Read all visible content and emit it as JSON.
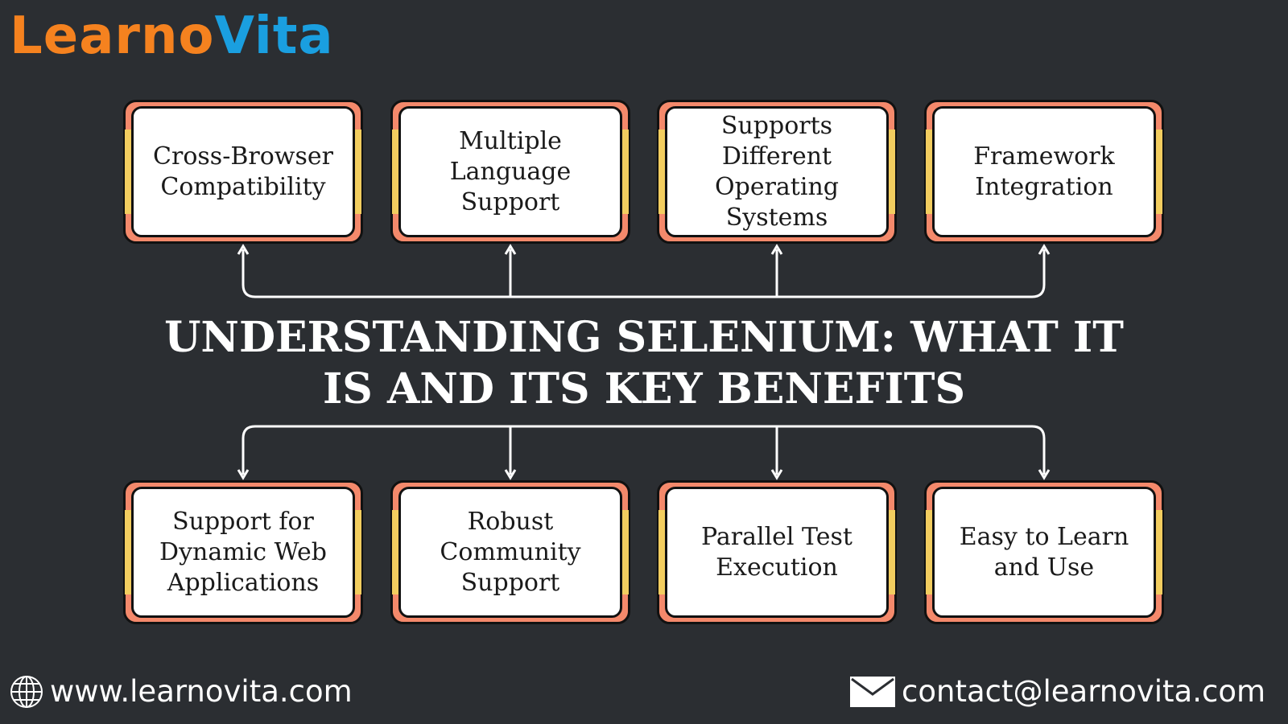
{
  "logo": {
    "part1": "Learno",
    "part2": "Vita"
  },
  "title": {
    "line1": "UNDERSTANDING SELENIUM: WHAT IT",
    "line2": "IS AND ITS KEY BENEFITS"
  },
  "top_benefits": [
    "Cross-Browser Compatibility",
    "Multiple Language Support",
    "Supports Different Operating Systems",
    "Framework Integration"
  ],
  "bottom_benefits": [
    "Support for Dynamic Web Applications",
    "Robust Community Support",
    "Parallel Test Execution",
    "Easy to Learn and Use"
  ],
  "footer": {
    "website": "www.learnovita.com",
    "email": "contact@learnovita.com"
  },
  "colors": {
    "background": "#2b2e32",
    "frame": "#f4896b",
    "accent": "#f2cd5f"
  }
}
